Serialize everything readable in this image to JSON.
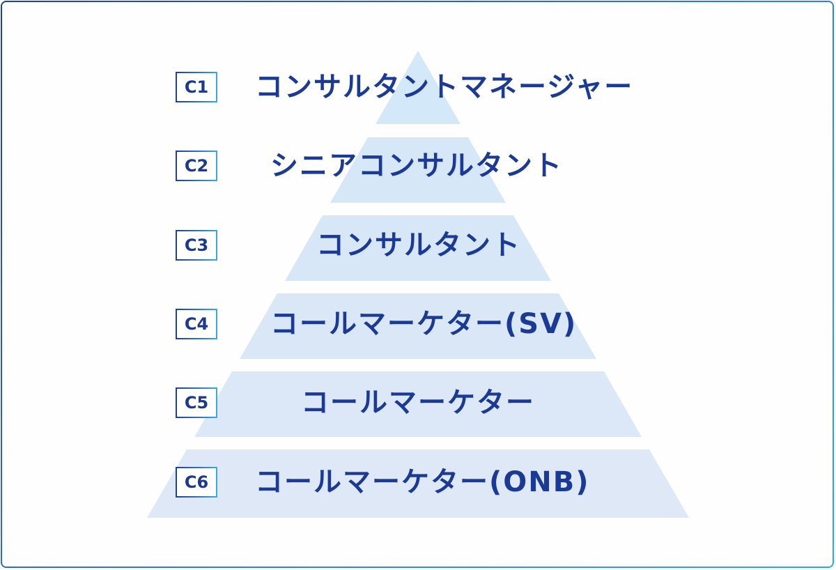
{
  "diagram": {
    "type": "pyramid",
    "colors": {
      "frame_border_start": "#1d3f9e",
      "frame_border_end": "#31a6e6",
      "band_fill_top": "#d3e7f7",
      "band_fill_bottom": "#dfe8f6",
      "text": "#1b3a95"
    },
    "levels": [
      {
        "code": "C1",
        "label": "コンサルタントマネージャー"
      },
      {
        "code": "C2",
        "label": "シニアコンサルタント"
      },
      {
        "code": "C3",
        "label": "コンサルタント"
      },
      {
        "code": "C4",
        "label": "コールマーケター(SV)"
      },
      {
        "code": "C5",
        "label": "コールマーケター"
      },
      {
        "code": "C6",
        "label": "コールマーケター(ONB)"
      }
    ]
  }
}
